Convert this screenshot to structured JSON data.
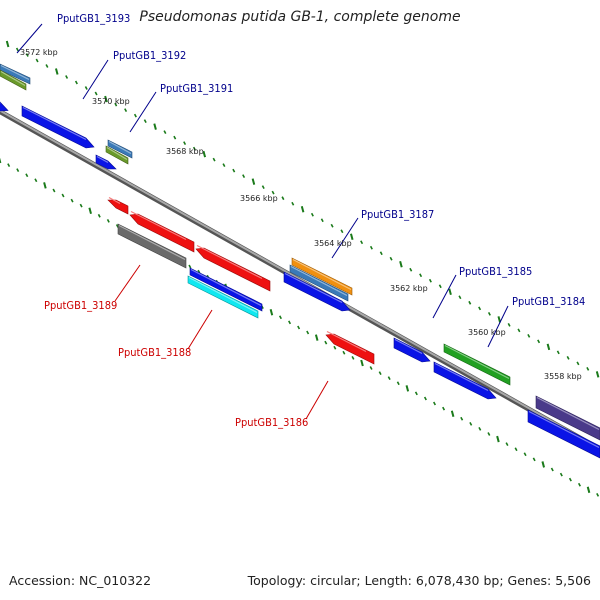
{
  "title": "Pseudomonas putida GB-1, complete genome",
  "footer": {
    "accession": "Accession: NC_010322",
    "summary": "Topology: circular; Length: 6,078,430 bp; Genes: 5,506"
  },
  "colors": {
    "backbone": "#7a7a7a",
    "tick": "#1a7a1a",
    "gene_blue": "#0a14e6",
    "gene_red": "#ee1111",
    "gene_gray": "#6a6a6a",
    "gene_cyan": "#10e8f0",
    "gene_steel": "#3a7ab8",
    "gene_olive": "#6a9a2a",
    "gene_orange": "#f09010",
    "gene_green": "#22a022",
    "gene_indigo": "#4a3a8a",
    "label_top": "#00008b",
    "label_bottom": "#cc0000"
  },
  "kbp_labels": [
    "3572 kbp",
    "3570 kbp",
    "3568 kbp",
    "3566 kbp",
    "3564 kbp",
    "3562 kbp",
    "3560 kbp",
    "3558 kbp"
  ],
  "gene_labels": [
    {
      "text": "PputGB1_3193",
      "side": "top"
    },
    {
      "text": "PputGB1_3192",
      "side": "top"
    },
    {
      "text": "PputGB1_3191",
      "side": "top"
    },
    {
      "text": "PputGB1_3187",
      "side": "top"
    },
    {
      "text": "PputGB1_3185",
      "side": "top"
    },
    {
      "text": "PputGB1_3184",
      "side": "top"
    },
    {
      "text": "PputGB1_3189",
      "side": "bottom"
    },
    {
      "text": "PputGB1_3188",
      "side": "bottom"
    },
    {
      "text": "PputGB1_3186",
      "side": "bottom"
    }
  ],
  "genes": [
    {
      "color": "gene_blue",
      "strand": "forward",
      "name": "",
      "arrow": true
    },
    {
      "color": "gene_steel",
      "strand": "forward",
      "name": "PputGB1_3193",
      "arrow": false
    },
    {
      "color": "gene_olive",
      "strand": "forward",
      "name": "",
      "arrow": false
    },
    {
      "color": "gene_blue",
      "strand": "forward",
      "name": "",
      "arrow": true
    },
    {
      "color": "gene_blue",
      "strand": "forward",
      "name": "PputGB1_3192",
      "arrow": true
    },
    {
      "color": "gene_steel",
      "strand": "forward",
      "name": "PputGB1_3191",
      "arrow": false
    },
    {
      "color": "gene_olive",
      "strand": "forward",
      "name": "",
      "arrow": false
    },
    {
      "color": "gene_red",
      "strand": "reverse",
      "name": "",
      "arrow": true
    },
    {
      "color": "gene_red",
      "strand": "reverse",
      "name": "",
      "arrow": true
    },
    {
      "color": "gene_gray",
      "strand": "reverse",
      "name": "PputGB1_3189",
      "arrow": false
    },
    {
      "color": "gene_red",
      "strand": "reverse",
      "name": "PputGB1_3188",
      "arrow": true
    },
    {
      "color": "gene_blue",
      "strand": "reverse",
      "name": "",
      "arrow": false
    },
    {
      "color": "gene_cyan",
      "strand": "reverse",
      "name": "",
      "arrow": false
    },
    {
      "color": "gene_orange",
      "strand": "forward",
      "name": "PputGB1_3187",
      "arrow": false
    },
    {
      "color": "gene_steel",
      "strand": "forward",
      "name": "",
      "arrow": false
    },
    {
      "color": "gene_blue",
      "strand": "forward",
      "name": "",
      "arrow": true
    },
    {
      "color": "gene_red",
      "strand": "reverse",
      "name": "PputGB1_3186",
      "arrow": true
    },
    {
      "color": "gene_blue",
      "strand": "forward",
      "name": "PputGB1_3185",
      "arrow": true
    },
    {
      "color": "gene_green",
      "strand": "forward",
      "name": "PputGB1_3184",
      "arrow": false
    },
    {
      "color": "gene_blue",
      "strand": "forward",
      "name": "",
      "arrow": true
    },
    {
      "color": "gene_indigo",
      "strand": "forward",
      "name": "",
      "arrow": false
    },
    {
      "color": "gene_blue",
      "strand": "forward",
      "name": "",
      "arrow": false
    }
  ]
}
